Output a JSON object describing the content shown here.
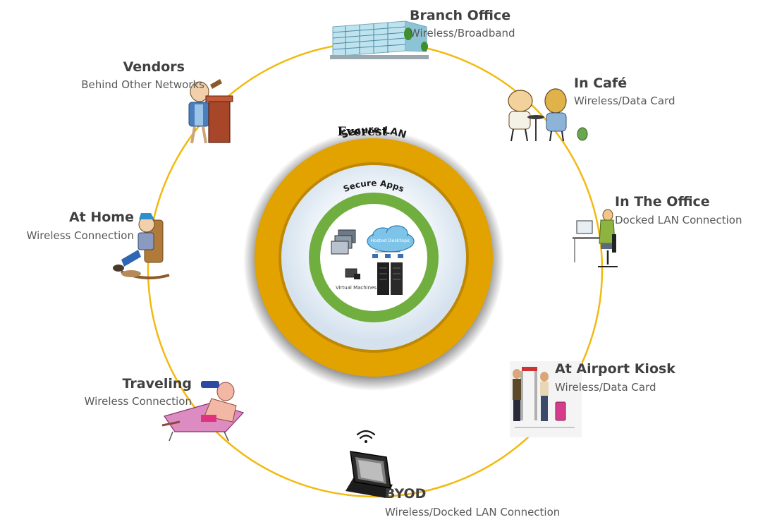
{
  "center": {
    "title": "Everest",
    "outer_ring_label": "Secure LAN",
    "inner_ring_label": "Secure Apps",
    "cloud_label": "Hosted Desktops",
    "vm_label": "Virtual Machines"
  },
  "colors": {
    "orbit": "#f2b90f",
    "secure_lan": "#e2a200",
    "secure_apps": "#dde8f1",
    "core_ring": "#6fae3f",
    "title_text": "#404040",
    "sub_text": "#595959"
  },
  "nodes": [
    {
      "id": "branch-office",
      "title": "Branch Office",
      "subtitle": "Wireless/Broadband",
      "icon": "office-building-icon"
    },
    {
      "id": "in-cafe",
      "title": "In Café",
      "subtitle": "Wireless/Data Card",
      "icon": "cafe-people-icon"
    },
    {
      "id": "in-the-office",
      "title": "In The Office",
      "subtitle": "Docked LAN Connection",
      "icon": "office-desk-worker-icon"
    },
    {
      "id": "at-airport-kiosk",
      "title": "At Airport Kiosk",
      "subtitle": "Wireless/Data Card",
      "icon": "airport-kiosk-icon"
    },
    {
      "id": "byod",
      "title": "BYOD",
      "subtitle": "Wireless/Docked LAN Connection",
      "icon": "tablet-wifi-icon"
    },
    {
      "id": "traveling",
      "title": "Traveling",
      "subtitle": "Wireless Connection",
      "icon": "traveler-beach-icon"
    },
    {
      "id": "at-home",
      "title": "At Home",
      "subtitle": "Wireless Connection",
      "icon": "home-rocking-chair-icon"
    },
    {
      "id": "vendors",
      "title": "Vendors",
      "subtitle": "Behind Other Networks",
      "icon": "vendor-podium-icon"
    }
  ]
}
